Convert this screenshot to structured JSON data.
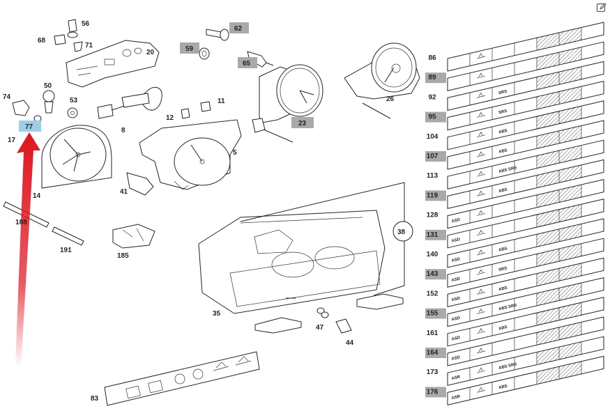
{
  "diagram": {
    "callouts": [
      {
        "id": "56",
        "label": "56"
      },
      {
        "id": "68",
        "label": "68"
      },
      {
        "id": "71",
        "label": "71"
      },
      {
        "id": "20",
        "label": "20"
      },
      {
        "id": "62",
        "label": "62",
        "highlight": "gray"
      },
      {
        "id": "59",
        "label": "59",
        "highlight": "gray"
      },
      {
        "id": "65",
        "label": "65",
        "highlight": "gray"
      },
      {
        "id": "74",
        "label": "74"
      },
      {
        "id": "77",
        "label": "77",
        "highlight": "blue"
      },
      {
        "id": "17",
        "label": "17"
      },
      {
        "id": "50",
        "label": "50"
      },
      {
        "id": "53",
        "label": "53"
      },
      {
        "id": "8",
        "label": "8"
      },
      {
        "id": "11",
        "label": "11"
      },
      {
        "id": "12",
        "label": "12"
      },
      {
        "id": "23",
        "label": "23",
        "highlight": "gray"
      },
      {
        "id": "26",
        "label": "26"
      },
      {
        "id": "5",
        "label": "5"
      },
      {
        "id": "14",
        "label": "14"
      },
      {
        "id": "41",
        "label": "41"
      },
      {
        "id": "188",
        "label": "188"
      },
      {
        "id": "191",
        "label": "191"
      },
      {
        "id": "185",
        "label": "185"
      },
      {
        "id": "38",
        "label": "38"
      },
      {
        "id": "35",
        "label": "35"
      },
      {
        "id": "47",
        "label": "47"
      },
      {
        "id": "44",
        "label": "44"
      },
      {
        "id": "83",
        "label": "83"
      }
    ],
    "strips": [
      {
        "label": "86",
        "highlight": false,
        "text1": "",
        "text2": ""
      },
      {
        "label": "89",
        "highlight": true,
        "text1": "",
        "text2": ""
      },
      {
        "label": "92",
        "highlight": false,
        "text1": "",
        "text2": "SRS"
      },
      {
        "label": "95",
        "highlight": true,
        "text1": "",
        "text2": "SRS"
      },
      {
        "label": "104",
        "highlight": false,
        "text1": "",
        "text2": "ABS"
      },
      {
        "label": "107",
        "highlight": true,
        "text1": "",
        "text2": "ABS"
      },
      {
        "label": "113",
        "highlight": false,
        "text1": "",
        "text2": "ABS SRS"
      },
      {
        "label": "119",
        "highlight": true,
        "text1": "",
        "text2": "ABS"
      },
      {
        "label": "128",
        "highlight": false,
        "text1": "ASD",
        "text2": ""
      },
      {
        "label": "131",
        "highlight": true,
        "text1": "ASD",
        "text2": ""
      },
      {
        "label": "140",
        "highlight": false,
        "text1": "ASD",
        "text2": "ABS"
      },
      {
        "label": "143",
        "highlight": true,
        "text1": "ASD",
        "text2": "SRS"
      },
      {
        "label": "152",
        "highlight": false,
        "text1": "ASD",
        "text2": "ABS"
      },
      {
        "label": "155",
        "highlight": true,
        "text1": "ASD",
        "text2": "ABS SRS"
      },
      {
        "label": "161",
        "highlight": false,
        "text1": "ASD",
        "text2": "ABS"
      },
      {
        "label": "164",
        "highlight": true,
        "text1": "ASD",
        "text2": ""
      },
      {
        "label": "173",
        "highlight": false,
        "text1": "ASR",
        "text2": "ABS SRS"
      },
      {
        "label": "176",
        "highlight": true,
        "text1": "ASR",
        "text2": "ABS"
      }
    ],
    "accent_red": "#e0141e",
    "highlight_gray": "#a9a9a9",
    "highlight_blue": "#9ccfe6"
  },
  "toolbar": {
    "edit_icon": "edit-pencil-icon"
  }
}
